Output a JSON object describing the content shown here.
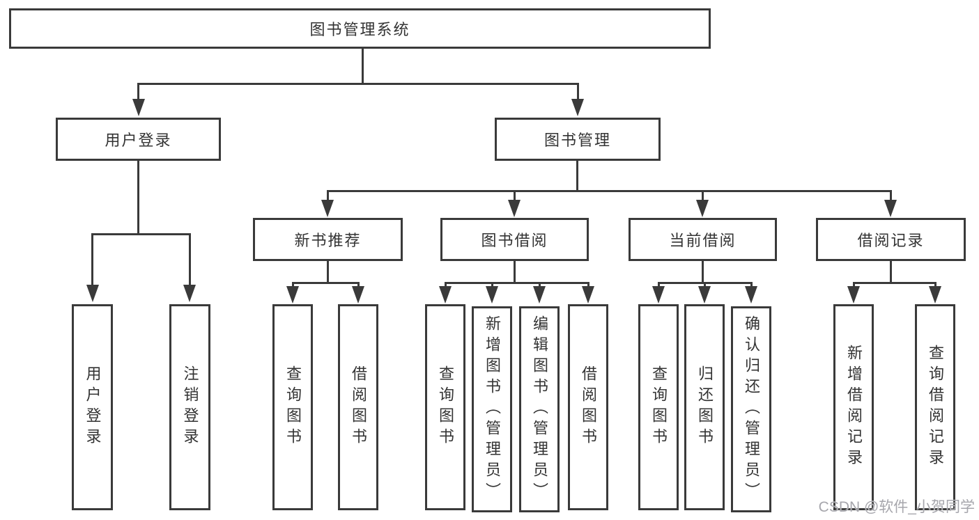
{
  "title": "图书管理系统",
  "watermark": "CSDN @软件_小贺同学",
  "colors": {
    "line": "#3a3a3a",
    "text": "#333333",
    "box_bg": "#ffffff",
    "watermark": "#a6a6ac"
  },
  "tree": {
    "root": "图书管理系统",
    "children": [
      {
        "label": "用户登录",
        "children": [
          "用户登录",
          "注销登录"
        ]
      },
      {
        "label": "图书管理",
        "children": [
          {
            "label": "新书推荐",
            "children": [
              "查询图书",
              "借阅图书"
            ]
          },
          {
            "label": "图书借阅",
            "children": [
              "查询图书",
              "新增图书（管理员）",
              "编辑图书（管理员）",
              "借阅图书"
            ]
          },
          {
            "label": "当前借阅",
            "children": [
              "查询图书",
              "归还图书",
              "确认归还（管理员）"
            ]
          },
          {
            "label": "借阅记录",
            "children": [
              "新增借阅记录",
              "查询借阅记录"
            ]
          }
        ]
      }
    ]
  }
}
